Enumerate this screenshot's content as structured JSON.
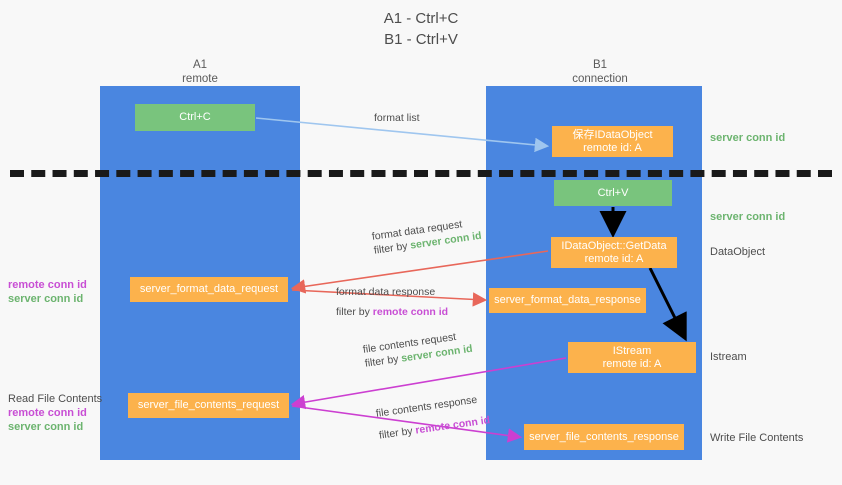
{
  "title": "A1 - Ctrl+C\nB1 - Ctrl+V",
  "columns": {
    "a": {
      "header": "A1\nremote"
    },
    "b": {
      "header": "B1\nconnection"
    }
  },
  "boxes": {
    "ctrl_c": "Ctrl+C",
    "idataobject": "保存IDataObject\nremote id: A",
    "ctrl_v": "Ctrl+V",
    "getdata": "IDataObject::GetData\nremote id: A",
    "server_format_data_request": "server_format_data_request",
    "server_format_data_response": "server_format_data_response",
    "istream": "IStream\nremote id: A",
    "server_file_contents_request": "server_file_contents_request",
    "server_file_contents_response": "server_file_contents_response"
  },
  "side_labels": {
    "server_conn_id_top": "server conn id",
    "server_conn_id_paste": "server conn id",
    "dataobject": "DataObject",
    "istream": "Istream",
    "write_file_contents": "Write File Contents"
  },
  "left_tags": {
    "read_file_contents": "Read File Contents",
    "remote_conn_id": "remote conn id",
    "server_conn_id": "server conn id"
  },
  "edges": {
    "format_list": "format list",
    "format_data_request": "format data request",
    "format_data_request_filter_prefix": "filter by ",
    "format_data_request_filter_target": "server conn id",
    "format_data_response": "format data response",
    "format_data_response_filter_prefix": "filter by ",
    "format_data_response_filter_target": "remote conn id",
    "file_contents_request": "file contents request",
    "file_contents_request_filter_prefix": "filter by ",
    "file_contents_request_filter_target": "server conn id",
    "file_contents_response": "file contents response",
    "file_contents_response_filter_prefix": "filter by ",
    "file_contents_response_filter_target": "remote conn id"
  },
  "colors": {
    "lane": "#4a86e0",
    "green_box": "#79c47d",
    "orange_box": "#fcb24c",
    "server_conn": "#6cb46f",
    "remote_conn": "#c84ed4",
    "format_list_arrow": "#9fc6ef",
    "format_data_arrow": "#e8675a",
    "file_contents_arrow": "#cc3fd1",
    "internal_arrow": "#000000",
    "background": "#f8f8f8"
  }
}
